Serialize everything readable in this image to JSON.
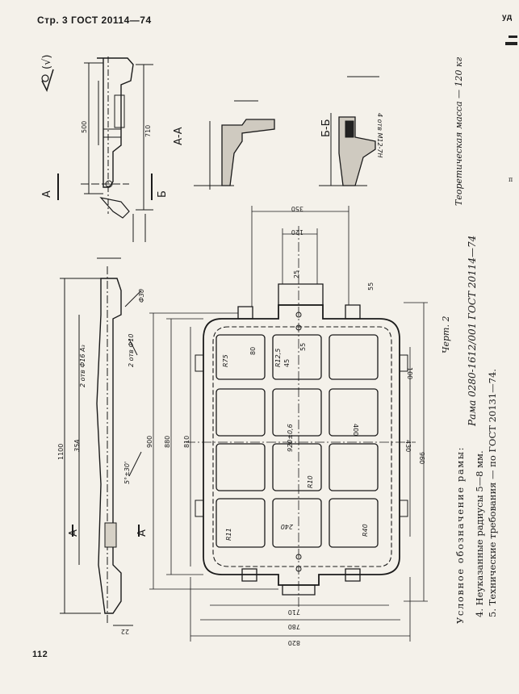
{
  "header": {
    "page_ref": "Стр. 3 ГОСТ 20114—74",
    "edge_text": "уд"
  },
  "page_number": "112",
  "theoretical_mass": "Теоретическая масса — 120 кг",
  "drawing_no": "Черт. 2",
  "caption": "Рама 0280-1612/001 ГОСТ 20114—74",
  "designation_title": "Условное обозначение рамы:",
  "notes": [
    "4. Неуказанные радиусы 5—8 мм.",
    "5. Технические требования — по ГОСТ 20131—74."
  ],
  "section_labels": {
    "aa": "А-А",
    "bb": "Б-Б",
    "a": "А",
    "b": "Б"
  },
  "roughness_mark": "(√)",
  "bottom_dims": {
    "d710": "710",
    "d780": "780",
    "d820": "820",
    "d22": "22"
  },
  "top_dims": {
    "d350": "350",
    "d120": "120",
    "d55": "55",
    "d25": "25"
  },
  "left_dims": {
    "d1100": "1100",
    "d900": "900",
    "d880": "880",
    "d810": "810",
    "d500": "500",
    "d710": "710"
  },
  "right_dims": {
    "d430": "430",
    "d960": "960",
    "d100": "100",
    "d400": "400"
  },
  "inner_dims": {
    "r75": "R75",
    "r125": "R12,5",
    "r10": "R10",
    "r11": "R11",
    "r40": "R40",
    "d80": "80",
    "d45": "45",
    "d55": "55",
    "d920": "920±0,6",
    "d240": "240"
  },
  "side_view_dims": {
    "d2otv": "2 отв Ф16 А₃",
    "d2otv2": "2 отв Ф10",
    "d35": "35А",
    "d5deg": "5°±30'",
    "d30": "Ф30",
    "d4otv": "4 отв М12-7Н"
  }
}
